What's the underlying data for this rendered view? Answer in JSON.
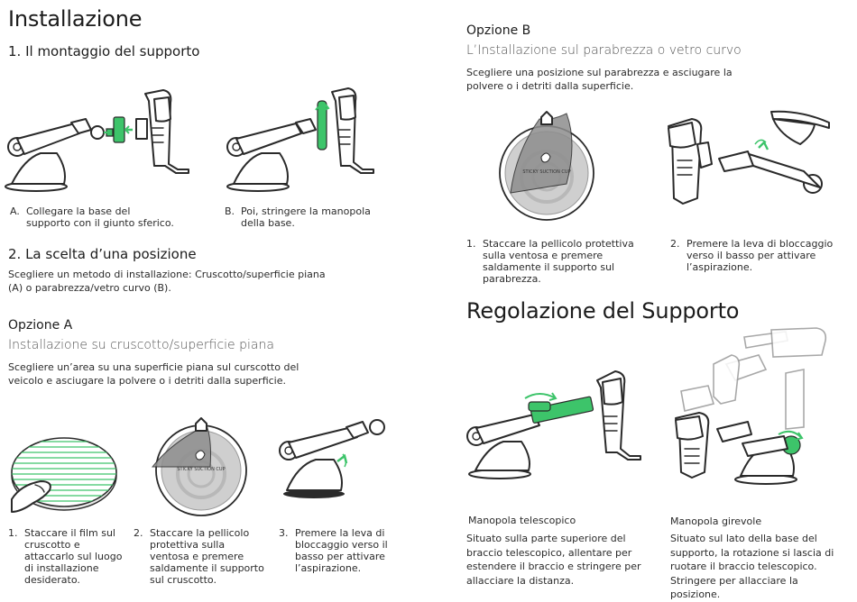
{
  "installazione": {
    "title": "Installazione",
    "step1": {
      "heading": "1. Il montaggio del supporto",
      "captions": [
        {
          "num": "A.",
          "text": "Collegare la base del supporto con il giunto sferico."
        },
        {
          "num": "B.",
          "text": "Poi, stringere la manopola della base."
        }
      ]
    },
    "step2": {
      "heading": "2. La scelta d’una posizione",
      "text": "Scegliere un metodo di installazione: Cruscotto/superficie piana (A) o parabrezza/vetro curvo (B)."
    }
  },
  "opzione_a": {
    "heading": "Opzione A",
    "subheading": "Installazione su cruscotto/superficie piana",
    "text": "Scegliere un’area su una superficie piana sul curscotto del veicolo e asciugare la polvere o i detriti dalla superficie.",
    "captions": [
      {
        "num": "1.",
        "text": "Staccare il film sul cruscotto e attaccarlo sul luogo di installazione desiderato."
      },
      {
        "num": "2.",
        "text": "Staccare la pellicolo protettiva sulla ventosa e premere saldamente il supporto sul cruscotto."
      },
      {
        "num": "3.",
        "text": "Premere la leva di bloccaggio verso il basso per attivare l’aspirazione."
      }
    ],
    "suction_label": "STICKY SUCTION CUP"
  },
  "opzione_b": {
    "heading": "Opzione B",
    "subheading": "L’Installazione sul parabrezza o vetro curvo",
    "text": "Scegliere una posizione sul parabrezza e asciugare la polvere o i detriti dalla superficie.",
    "captions": [
      {
        "num": "1.",
        "text": "Staccare la pellicolo protettiva sulla ventosa e premere saldamente il supporto sul parabrezza."
      },
      {
        "num": "2.",
        "text": "Premere la leva di bloccaggio verso il basso per attivare l’aspirazione."
      }
    ],
    "suction_label": "STICKY SUCTION CUP"
  },
  "regolazione": {
    "title": "Regolazione del Supporto",
    "items": [
      {
        "heading": "Manopola telescopico",
        "text": "Situato sulla parte superiore del braccio telescopico, allentare per estendere il braccio e stringere per allacciare la distanza."
      },
      {
        "heading": "Manopola girevole",
        "text": "Situato sul lato della base del supporto, la rotazione si lascia di ruotare il braccio telescopico. Stringere per allacciare la posizione."
      }
    ]
  },
  "colors": {
    "accent_green": "#3dc46a",
    "line": "#2a2a2a",
    "suction_gray": "#cfcfcf"
  }
}
